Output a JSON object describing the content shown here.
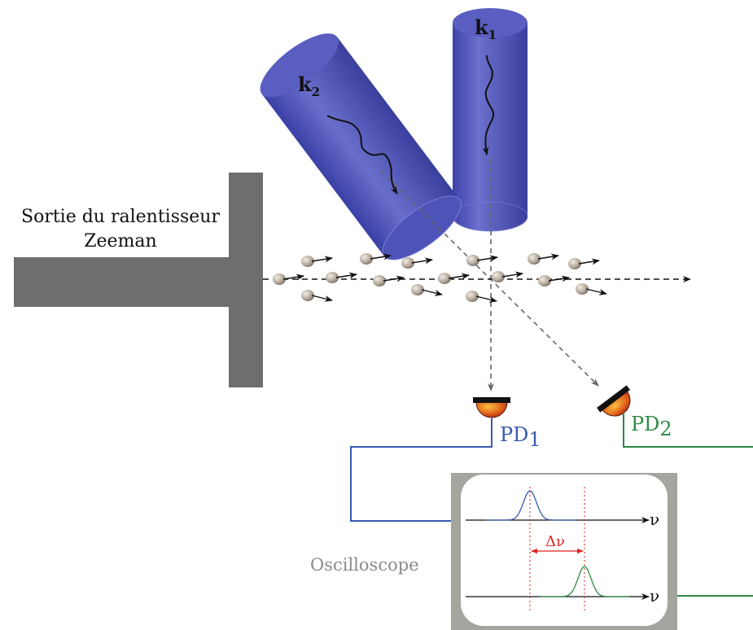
{
  "source": {
    "line1": "Sortie du ralentisseur",
    "line2": "Zeeman"
  },
  "beams": {
    "k1": {
      "base": "k",
      "sub": "1"
    },
    "k2": {
      "base": "k",
      "sub": "2"
    }
  },
  "detectors": {
    "pd1": {
      "base": "PD",
      "sub": "1"
    },
    "pd2": {
      "base": "PD",
      "sub": "2"
    }
  },
  "oscilloscope": {
    "label": "Oscilloscope",
    "axis_top": "ν",
    "axis_bottom": "ν",
    "shift": "Δν"
  },
  "colors": {
    "beam": "#4a4fb5",
    "pd1_wire": "#3a5ab0",
    "pd2_wire": "#2e8a45",
    "shift": "#e02020",
    "slower": "#6e6e6e",
    "osc_frame": "#a3a59e"
  }
}
